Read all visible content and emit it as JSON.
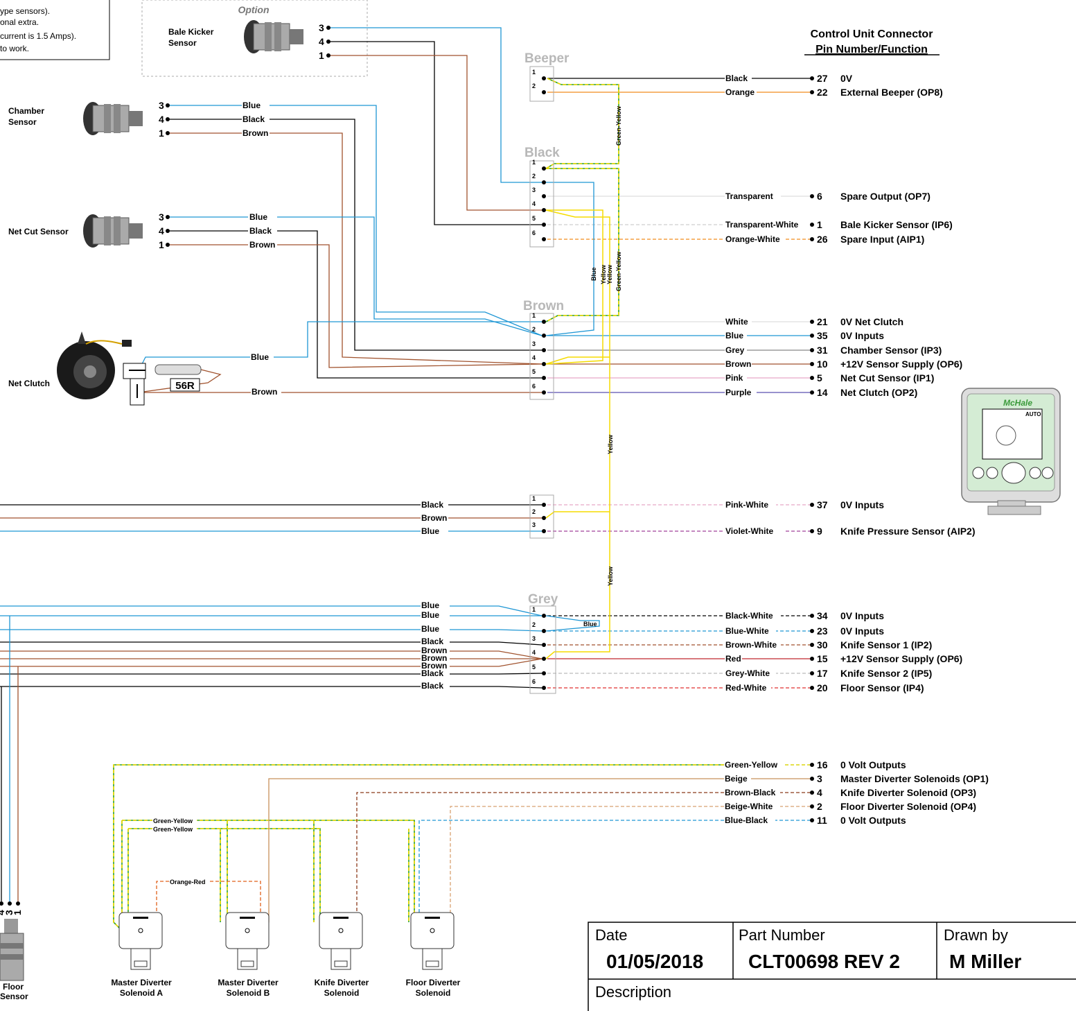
{
  "notes": [
    "ype sensors).",
    "onal extra.",
    " current is 1.5 Amps).",
    " to work."
  ],
  "option_label": "Option",
  "header": {
    "title": "Control Unit Connector",
    "subtitle": "Pin Number/Function"
  },
  "connector_names": {
    "beeper": "Beeper",
    "black": "Black",
    "brown": "Brown",
    "grey": "Grey"
  },
  "components": {
    "bale_kicker": [
      "Bale Kicker",
      "Sensor"
    ],
    "chamber": [
      "Chamber",
      "Sensor"
    ],
    "net_cut": "Net Cut Sensor",
    "net_clutch": "Net Clutch",
    "resistor": "56R",
    "floor": [
      "Floor",
      "Sensor"
    ],
    "solenoids": [
      [
        "Master Diverter",
        "Solenoid A"
      ],
      [
        "Master Diverter",
        "Solenoid B"
      ],
      [
        "Knife Diverter",
        "Solenoid"
      ],
      [
        "Floor Diverter",
        "Solenoid"
      ]
    ]
  },
  "sensor_pins": {
    "bale_kicker": [
      "3",
      "4",
      "1"
    ],
    "chamber": [
      "3",
      "4",
      "1"
    ],
    "net_cut": [
      "3",
      "4",
      "1"
    ],
    "floor": [
      "4",
      "3",
      "1"
    ]
  },
  "sensor_wires": {
    "chamber": [
      "Blue",
      "Black",
      "Brown"
    ],
    "net_cut": [
      "Blue",
      "Black",
      "Brown"
    ],
    "net_clutch": [
      "Blue",
      "Brown"
    ]
  },
  "vertical_labels": {
    "green_yellow": "Green-Yellow",
    "blue": "Blue",
    "yellow": "Yellow"
  },
  "knife_pressure_left": [
    "Black",
    "Brown",
    "Blue"
  ],
  "grey_left": [
    "Blue",
    "Blue",
    "Blue",
    "Black",
    "Brown",
    "Brown",
    "Brown",
    "Black",
    "Black"
  ],
  "grey_jumper": "Blue",
  "solenoid_bus_labels": [
    "Green-Yellow",
    "Green-Yellow",
    "Orange-Red"
  ],
  "rows": [
    {
      "conn": "beeper",
      "cpin": "1",
      "color": "Black",
      "pin": "27",
      "func": "0V",
      "stroke": "#000000",
      "dash": false
    },
    {
      "conn": "beeper",
      "cpin": "2",
      "color": "Orange",
      "pin": "22",
      "func": "External Beeper (OP8)",
      "stroke": "#f28c1c",
      "dash": false
    },
    {
      "conn": "black",
      "cpin": "3",
      "color": "Transparent",
      "pin": "6",
      "func": "Spare Output (OP7)",
      "stroke": "#dddddd",
      "dash": false
    },
    {
      "conn": "black",
      "cpin": "5",
      "color": "Transparent-White",
      "pin": "1",
      "func": "Bale Kicker Sensor (IP6)",
      "stroke": "#cfcfcf",
      "dash": true
    },
    {
      "conn": "black",
      "cpin": "6",
      "color": "Orange-White",
      "pin": "26",
      "func": "Spare Input (AIP1)",
      "stroke": "#f28c1c",
      "dash": true
    },
    {
      "conn": "brown",
      "cpin": "1",
      "color": "White",
      "pin": "21",
      "func": "0V Net Clutch",
      "stroke": "#dddddd",
      "dash": false
    },
    {
      "conn": "brown",
      "cpin": "2",
      "color": "Blue",
      "pin": "35",
      "func": "0V Inputs",
      "stroke": "#1e96d4",
      "dash": false
    },
    {
      "conn": "brown",
      "cpin": "3",
      "color": "Grey",
      "pin": "31",
      "func": "Chamber Sensor (IP3)",
      "stroke": "#888888",
      "dash": false
    },
    {
      "conn": "brown",
      "cpin": "4",
      "color": "Brown",
      "pin": "10",
      "func": "+12V Sensor Supply (OP6)",
      "stroke": "#a0522d",
      "dash": false
    },
    {
      "conn": "brown",
      "cpin": "5",
      "color": "Pink",
      "pin": "5",
      "func": "Net Cut Sensor (IP1)",
      "stroke": "#e8a8c8",
      "dash": false
    },
    {
      "conn": "brown",
      "cpin": "6",
      "color": "Purple",
      "pin": "14",
      "func": "Net Clutch (OP2)",
      "stroke": "#5a50b0",
      "dash": false
    },
    {
      "conn": "knife",
      "cpin": "1",
      "color": "Pink-White",
      "pin": "37",
      "func": "0V Inputs",
      "stroke": "#e8a8c8",
      "dash": true
    },
    {
      "conn": "knife",
      "cpin": "3",
      "color": "Violet-White",
      "pin": "9",
      "func": "Knife Pressure Sensor (AIP2)",
      "stroke": "#a0409a",
      "dash": true
    },
    {
      "conn": "grey",
      "cpin": "1",
      "color": "Black-White",
      "pin": "34",
      "func": "0V Inputs",
      "stroke": "#000000",
      "dash": true
    },
    {
      "conn": "grey",
      "cpin": "2",
      "color": "Blue-White",
      "pin": "23",
      "func": "0V Inputs",
      "stroke": "#1e96d4",
      "dash": true
    },
    {
      "conn": "grey",
      "cpin": "3",
      "color": "Brown-White",
      "pin": "30",
      "func": "Knife Sensor 1 (IP2)",
      "stroke": "#a0522d",
      "dash": true
    },
    {
      "conn": "grey",
      "cpin": "4",
      "color": "Red",
      "pin": "15",
      "func": "+12V Sensor Supply (OP6)",
      "stroke": "#c0282d",
      "dash": false
    },
    {
      "conn": "grey",
      "cpin": "5",
      "color": "Grey-White",
      "pin": "17",
      "func": "Knife Sensor 2 (IP5)",
      "stroke": "#bbbbbb",
      "dash": true
    },
    {
      "conn": "grey",
      "cpin": "6",
      "color": "Red-White",
      "pin": "20",
      "func": "Floor Sensor (IP4)",
      "stroke": "#e03030",
      "dash": true
    },
    {
      "conn": "sol",
      "cpin": "",
      "color": "Green-Yellow",
      "pin": "16",
      "func": "0 Volt Outputs",
      "stroke": "#2aa02a",
      "dash": true
    },
    {
      "conn": "sol",
      "cpin": "",
      "color": "Beige",
      "pin": "3",
      "func": "Master Diverter Solenoids (OP1)",
      "stroke": "#c8905a",
      "dash": false
    },
    {
      "conn": "sol",
      "cpin": "",
      "color": "Brown-Black",
      "pin": "4",
      "func": "Knife Diverter Solenoid (OP3)",
      "stroke": "#8b3a1a",
      "dash": true
    },
    {
      "conn": "sol",
      "cpin": "",
      "color": "Beige-White",
      "pin": "2",
      "func": "Floor Diverter Solenoid (OP4)",
      "stroke": "#d8a070",
      "dash": true
    },
    {
      "conn": "sol",
      "cpin": "",
      "color": "Blue-Black",
      "pin": "11",
      "func": "0 Volt Outputs",
      "stroke": "#1e96d4",
      "dash": true
    }
  ],
  "display": {
    "brand": "McHale",
    "mode": "AUTO"
  },
  "title_block": {
    "date_label": "Date",
    "date": "01/05/2018",
    "part_label": "Part Number",
    "part": "CLT00698 REV 2",
    "drawn_label": "Drawn by",
    "drawn": "M Miller",
    "desc_label": "Description"
  },
  "colors": {
    "blue": "#1e96d4",
    "brown": "#a0522d",
    "black": "#000000",
    "yellow": "#f5dc00",
    "green": "#2aa02a",
    "orange": "#f28c1c",
    "connector_outline": "#aaaaaa"
  }
}
